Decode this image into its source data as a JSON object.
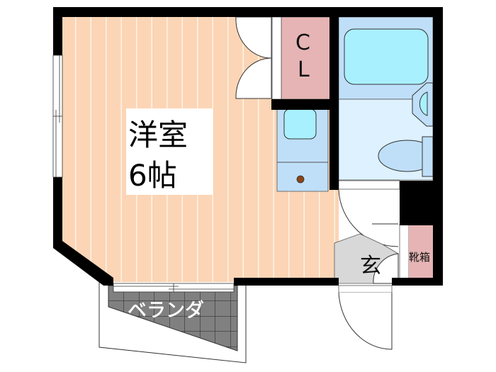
{
  "floorplan": {
    "rooms": {
      "western_room": {
        "name": "洋室",
        "size": "6帖",
        "color": "#fbd5b5"
      },
      "closet": {
        "label_line1": "C",
        "label_line2": "L",
        "color": "#e6b4b4"
      },
      "bathroom": {
        "color": "#bfdff8",
        "tub_color": "#a9f0ff"
      },
      "toilet_area": {
        "color": "#ddf1ff"
      },
      "kitchen": {
        "color": "#bfdff8"
      },
      "entrance": {
        "label": "玄",
        "color": "#d8d8d8"
      },
      "shoe_box": {
        "label": "靴箱",
        "color": "#e6b4b4"
      },
      "veranda": {
        "label": "ベランダ",
        "color": "#808080"
      }
    },
    "colors": {
      "wall": "#000000",
      "background": "#ffffff",
      "stove_knob": "#8b4513"
    }
  }
}
